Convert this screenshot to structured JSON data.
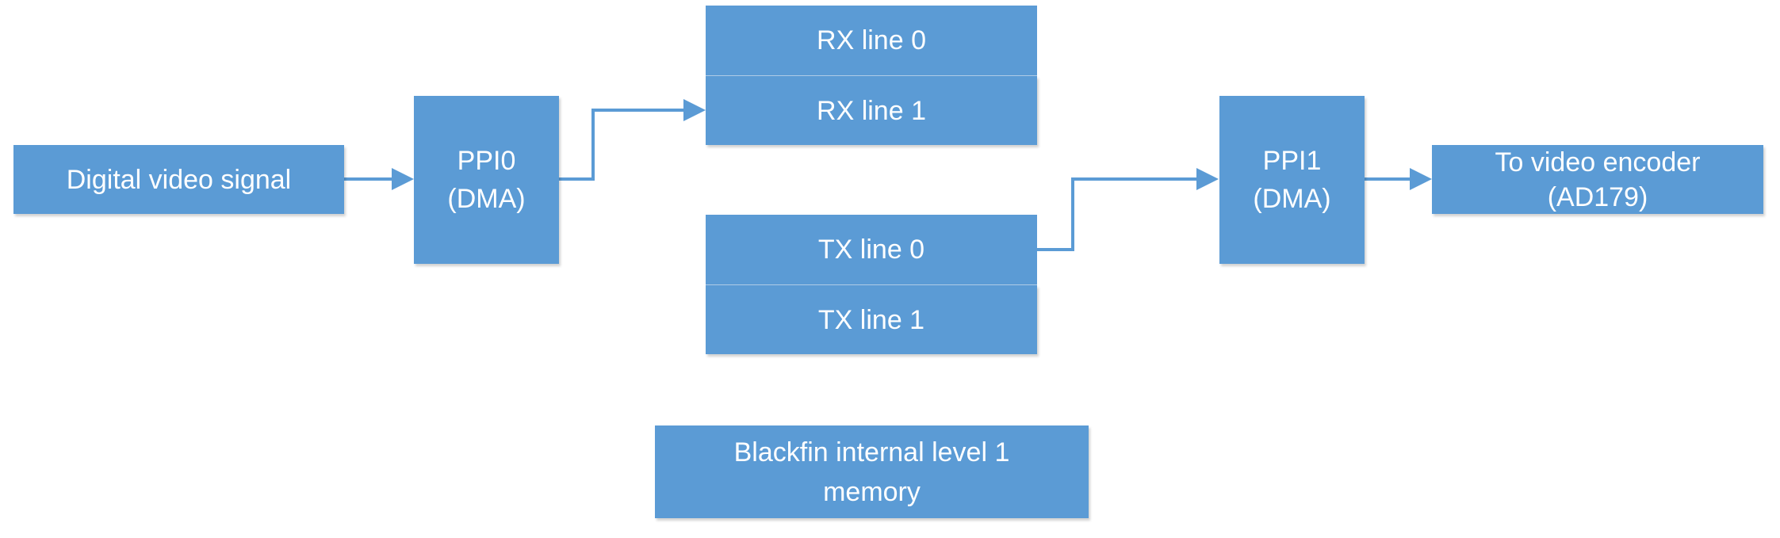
{
  "diagram": {
    "nodes": {
      "input": {
        "line1": "Digital video signal"
      },
      "ppi0": {
        "line1": "PPI0",
        "line2": "(DMA)"
      },
      "rx0": {
        "line1": "RX line 0"
      },
      "rx1": {
        "line1": "RX line 1"
      },
      "tx0": {
        "line1": "TX line 0"
      },
      "tx1": {
        "line1": "TX line 1"
      },
      "ppi1": {
        "line1": "PPI1",
        "line2": "(DMA)"
      },
      "output": {
        "line1": "To video encoder",
        "line2": "(AD179)"
      },
      "memory": {
        "line1": "Blackfin internal level 1",
        "line2": "memory"
      }
    },
    "edges": [
      {
        "from": "input",
        "to": "ppi0"
      },
      {
        "from": "ppi0",
        "to": "rx1"
      },
      {
        "from": "tx0",
        "to": "ppi1"
      },
      {
        "from": "ppi1",
        "to": "output"
      }
    ],
    "colors": {
      "box_fill": "#5b9bd5",
      "box_text": "#ffffff",
      "connector": "#5b9bd5"
    }
  }
}
